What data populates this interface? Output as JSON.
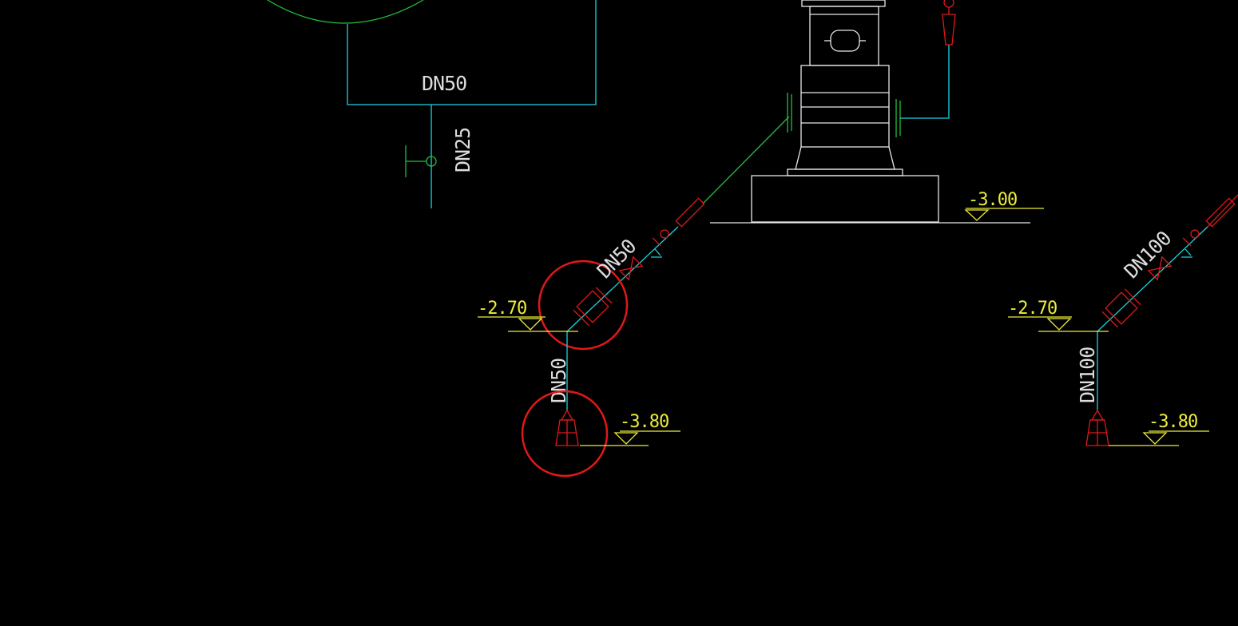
{
  "labels": {
    "tank_outlet": "DN50",
    "drain_branch": "DN25",
    "pipe_left_diag": "DN50",
    "pipe_left_vert": "DN50",
    "pipe_right_diag": "DN100",
    "pipe_right_vert": "DN100",
    "elev_pump_base": "-3.00",
    "elev_left_bend": "-2.70",
    "elev_left_bottom": "-3.80",
    "elev_right_bend": "-2.70",
    "elev_right_bottom": "-3.80"
  },
  "colors": {
    "background": "#000000",
    "pipe": "#19d3dc",
    "tank_outline": "#22c03a",
    "equipment": "#e8e8e8",
    "elevation": "#ecec3a",
    "fittings": "#e01818",
    "highlight_circle": "#e01818"
  },
  "icons": [
    "gate-valve-icon",
    "flexible-joint-icon",
    "check-valve-icon",
    "pressure-gauge-icon",
    "suction-bell-icon",
    "elevation-marker-icon",
    "drain-valve-icon"
  ]
}
